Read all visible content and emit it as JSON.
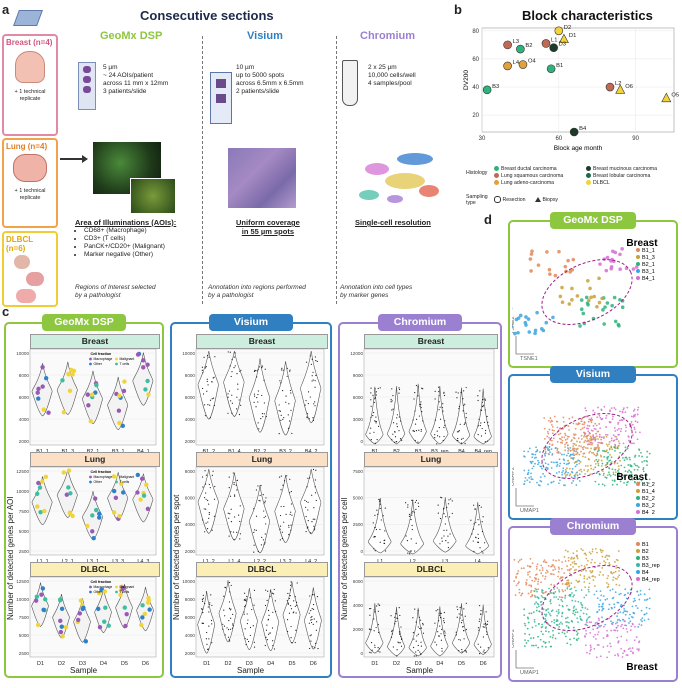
{
  "panel_a": {
    "label": "a",
    "title": "Consecutive sections",
    "tissues": [
      {
        "name": "Breast (n=4)",
        "color": "#e08aa6",
        "note": "+ 1 technical replicate"
      },
      {
        "name": "Lung (n=4)",
        "color": "#f2a24a",
        "note": "+ 1 technical replicate"
      },
      {
        "name": "DLBCL (n=6)",
        "color": "#f0cd35",
        "note": ""
      }
    ],
    "columns": [
      {
        "name": "GeoMx DSP",
        "color": "#8dc63f",
        "specs": [
          "5 µm",
          "~ 24 AOIs/patient",
          "across 11 mm x 12mm",
          "3 patients/slide"
        ],
        "result_title": "Area of Illuminations (AOIs):",
        "result_items": [
          "CD68+ (Macrophage)",
          "CD3+ (T cells)",
          "PanCK+/CD20+ (Malignant)",
          "Marker negative (Other)"
        ],
        "annotation": [
          "Regions of Interest selected",
          "by a pathologist"
        ]
      },
      {
        "name": "Visium",
        "color": "#2f7fc1",
        "specs": [
          "10 µm",
          "up to 5000 spots",
          "across 6.5mm x 6.5mm",
          "2 patients/slide"
        ],
        "result_title": "Uniform coverage",
        "result_title2": "in 55 µm spots",
        "annotation": [
          "Annotation into regions performed",
          "by a pathologist"
        ]
      },
      {
        "name": "Chromium",
        "color": "#9b7fd1",
        "specs": [
          "2 x 25 µm",
          "10,000 cells/well",
          "4 samples/pool"
        ],
        "result_title": "Single-cell resolution",
        "annotation": [
          "Annotation into cell types",
          "by marker genes"
        ]
      }
    ]
  },
  "panel_b": {
    "label": "b",
    "chart_data": {
      "type": "scatter",
      "title": "Block characteristics",
      "xlabel": "Block age month",
      "ylabel": "DV200",
      "xlim": [
        30,
        105
      ],
      "ylim": [
        8,
        82
      ],
      "xticks": [
        30,
        60,
        90
      ],
      "yticks": [
        20,
        40,
        60,
        80
      ],
      "points": [
        {
          "label": "D2",
          "x": 60,
          "y": 80,
          "hist": "DLBCL",
          "type": "resection"
        },
        {
          "label": "D1",
          "x": 62,
          "y": 74,
          "hist": "DLBCL",
          "type": "biopsy"
        },
        {
          "label": "L1",
          "x": 55,
          "y": 71,
          "hist": "Lung squamous carcinoma",
          "type": "resection"
        },
        {
          "label": "D3",
          "x": 58,
          "y": 68,
          "hist": "Breast mucinous carcinoma",
          "type": "resection"
        },
        {
          "label": "L3",
          "x": 40,
          "y": 70,
          "hist": "Lung squamous carcinoma",
          "type": "resection"
        },
        {
          "label": "B2",
          "x": 45,
          "y": 67,
          "hist": "Breast ductal carcinoma",
          "type": "resection"
        },
        {
          "label": "O4",
          "x": 46,
          "y": 56,
          "hist": "Lung adeno-carcinoma",
          "type": "resection"
        },
        {
          "label": "L4",
          "x": 40,
          "y": 55,
          "hist": "Lung adeno-carcinoma",
          "type": "resection"
        },
        {
          "label": "B1",
          "x": 57,
          "y": 53,
          "hist": "Breast ductal carcinoma",
          "type": "resection"
        },
        {
          "label": "B3",
          "x": 32,
          "y": 38,
          "hist": "Breast ductal carcinoma",
          "type": "resection"
        },
        {
          "label": "L2",
          "x": 80,
          "y": 40,
          "hist": "Lung squamous carcinoma",
          "type": "resection"
        },
        {
          "label": "O6",
          "x": 84,
          "y": 38,
          "hist": "DLBCL",
          "type": "biopsy"
        },
        {
          "label": "O5",
          "x": 102,
          "y": 32,
          "hist": "DLBCL",
          "type": "biopsy"
        },
        {
          "label": "B4",
          "x": 66,
          "y": 8,
          "hist": "Breast mucinous carcinoma",
          "type": "resection"
        }
      ],
      "legend": {
        "histology_title": "Histology",
        "histology": [
          {
            "name": "Breast ductal carcinoma",
            "color": "#2fb37e"
          },
          {
            "name": "Breast mucinous carcinoma",
            "color": "#1d3b2a"
          },
          {
            "name": "Lung squamous carcinoma",
            "color": "#c06a55"
          },
          {
            "name": "Breast lobular carcinoma",
            "color": "#1c6b4a"
          },
          {
            "name": "Lung adeno-carcinoma",
            "color": "#e2a13b"
          },
          {
            "name": "DLBCL",
            "color": "#f3d23a"
          }
        ],
        "sampling_title": "Sampling type",
        "sampling": [
          "Resection",
          "Biopsy"
        ]
      }
    }
  },
  "panel_c": {
    "label": "c",
    "xlabel": "Sample",
    "cell_fraction_title": "Cell fraction",
    "cell_fraction": [
      "Macrophage",
      "Malignant",
      "Other",
      "T cells"
    ],
    "cell_fraction_colors": [
      "#9b59b6",
      "#f0d43a",
      "#2f80c8",
      "#3cbfa0"
    ],
    "columns": [
      {
        "name": "GeoMx DSP",
        "color": "#8dc63f",
        "ylabel": "Number of detected genes per AOI",
        "groups": [
          {
            "name": "Breast",
            "samples": [
              "B1_1",
              "B1_3",
              "B2_1",
              "B3_1",
              "B4_1"
            ],
            "yticks": [
              "10000",
              "8000",
              "6000",
              "4000",
              "2000"
            ]
          },
          {
            "name": "Lung",
            "samples": [
              "L1_1",
              "L2_1",
              "L3_1",
              "L3_3",
              "L4_3"
            ],
            "yticks": [
              "12500",
              "10000",
              "7500",
              "5000",
              "2500"
            ]
          },
          {
            "name": "DLBCL",
            "samples": [
              "D1",
              "D2",
              "D3",
              "D4",
              "D5",
              "D6"
            ],
            "yticks": [
              "12500",
              "10000",
              "7500",
              "5000",
              "2500"
            ]
          }
        ]
      },
      {
        "name": "Visium",
        "color": "#2f7fc1",
        "ylabel": "Number of detected genes per spot",
        "groups": [
          {
            "name": "Breast",
            "samples": [
              "B1_2",
              "B1_4",
              "B2_2",
              "B3_2",
              "B4_2"
            ],
            "yticks": [
              "10000",
              "8000",
              "6000",
              "4000",
              "2000"
            ]
          },
          {
            "name": "Lung",
            "samples": [
              "L1_2",
              "L1_4",
              "L2_2",
              "L3_2",
              "L4_2"
            ],
            "yticks": [
              "8000",
              "6000",
              "4000",
              "2000"
            ]
          },
          {
            "name": "DLBCL",
            "samples": [
              "D1",
              "D2",
              "D3",
              "D4",
              "D5",
              "D6"
            ],
            "yticks": [
              "10000",
              "8000",
              "6000",
              "4000",
              "2000"
            ]
          }
        ]
      },
      {
        "name": "Chromium",
        "color": "#9b7fd1",
        "ylabel": "Number of detected genes per cell",
        "groups": [
          {
            "name": "Breast",
            "samples": [
              "B1",
              "B2",
              "B3",
              "B3_rep",
              "B4",
              "B4_rep"
            ],
            "yticks": [
              "12000",
              "9000",
              "6000",
              "3000",
              "0"
            ]
          },
          {
            "name": "Lung",
            "samples": [
              "L1",
              "L2",
              "L3",
              "L4"
            ],
            "yticks": [
              "7500",
              "5000",
              "2500",
              "0"
            ]
          },
          {
            "name": "DLBCL",
            "samples": [
              "D1",
              "D2",
              "D3",
              "D4",
              "D5",
              "D6"
            ],
            "yticks": [
              "6000",
              "4000",
              "2000",
              "0"
            ]
          }
        ]
      }
    ]
  },
  "panel_d": {
    "label": "d",
    "blocks": [
      {
        "name": "GeoMx DSP",
        "color": "#8dc63f",
        "tissue": "Breast",
        "x_axis": "TSNE1",
        "y_axis": "TSNE2",
        "legend": [
          "B1_1",
          "B1_3",
          "B2_1",
          "B3_1",
          "B4_1"
        ],
        "legend_colors": [
          "#e2885a",
          "#c9a03a",
          "#2fb37e",
          "#3aa6e0",
          "#d66fd4"
        ]
      },
      {
        "name": "Visium",
        "color": "#2f7fc1",
        "tissue": "Breast",
        "x_axis": "UMAP1",
        "y_axis": "UMAP2",
        "legend": [
          "B1_2",
          "B1_4",
          "B2_2",
          "B3_2",
          "B4_2"
        ],
        "legend_colors": [
          "#e2885a",
          "#c9a03a",
          "#2fb37e",
          "#3aa6e0",
          "#d66fd4"
        ]
      },
      {
        "name": "Chromium",
        "color": "#9b7fd1",
        "tissue": "Breast",
        "x_axis": "UMAP1",
        "y_axis": "UMAP2",
        "legend": [
          "B1",
          "B2",
          "B3",
          "B3_rep",
          "B4",
          "B4_rep"
        ],
        "legend_colors": [
          "#e2885a",
          "#c9a03a",
          "#2fb37e",
          "#3ab8a0",
          "#3aa6e0",
          "#d66fd4"
        ]
      }
    ]
  }
}
